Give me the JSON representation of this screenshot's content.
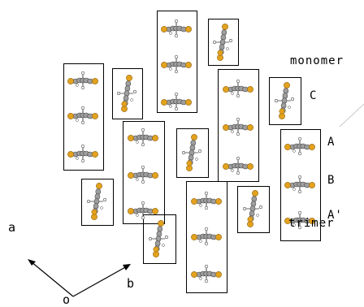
{
  "labels": {
    "monomer": "monomer",
    "trimer": "trimer",
    "site_c": "C",
    "site_a": "A",
    "site_b": "B",
    "site_a_prime": "A'"
  },
  "axes": {
    "a": "a",
    "b": "b",
    "origin": "o"
  },
  "colors": {
    "frame": "#000000",
    "metal_atom": "#e3a21e",
    "metal_outline": "#8a5a00",
    "carbon_atom": "#9e9e9e",
    "carbon_outline": "#4a4a4a",
    "hydrogen_atom": "#ffffff",
    "guide_line": "#c8c8c8"
  }
}
